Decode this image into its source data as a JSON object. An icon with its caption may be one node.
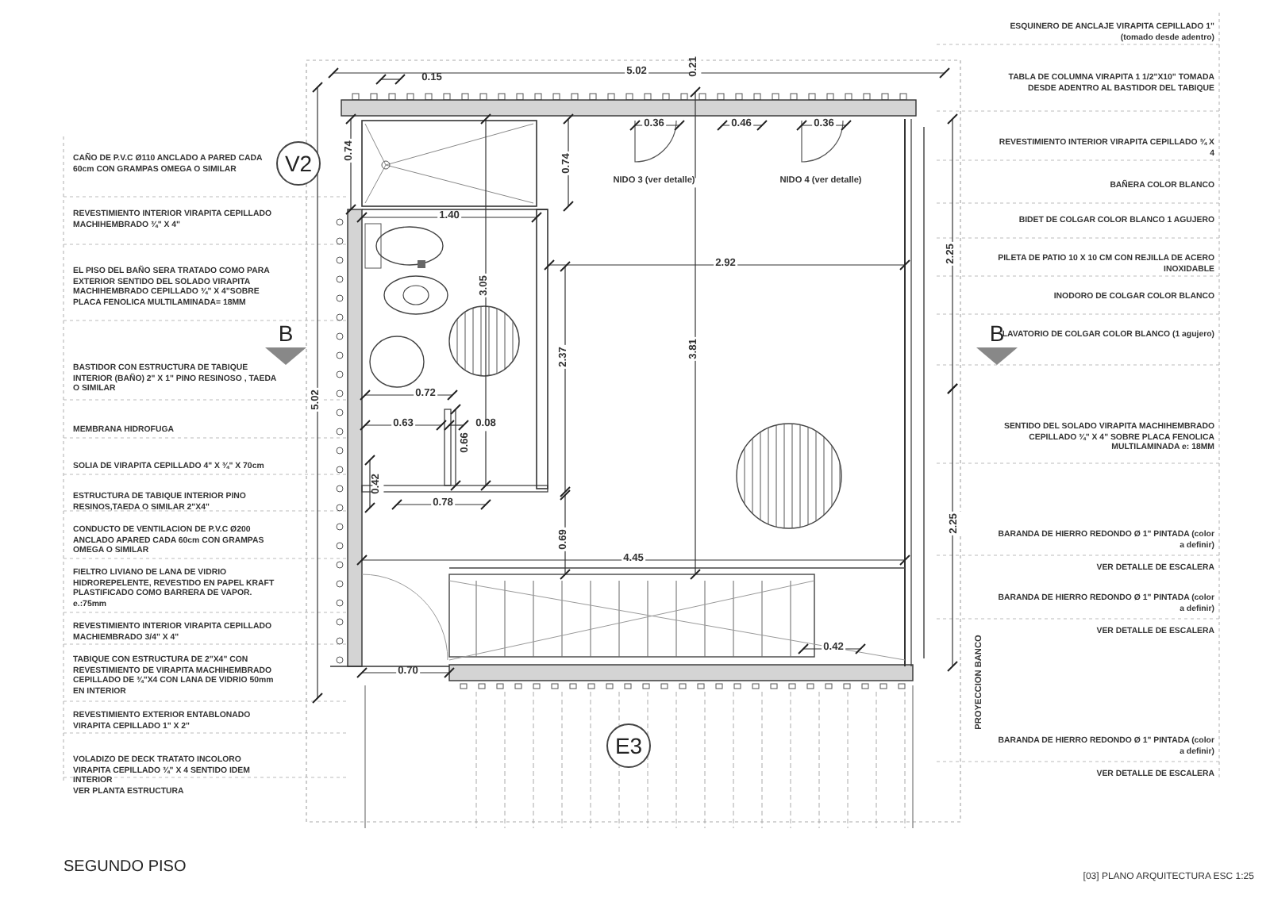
{
  "diagram": {
    "title": "SEGUNDO PISO",
    "labels": [
      "ESQUINERO DE ANCLAJE VIRAPITA CEPILLADO 1\" (tomado desde adentro)",
      "TABLA DE COLUMNA VIRAPITA 1 1/2\"X10\" TOMADA DESDE ADENTRO AL BASTIDOR DEL TABIQUE",
      "REVESTIMIENTO INTERIOR VIRAPITA CEPILLADO ¾ X 4",
      "BAÑERA COLOR BLANCO",
      "BIDET DE COLGAR COLOR BLANCO 1 AGUJERO",
      "PILETA DE PATIO 10 X 10 CM CON REJILLA DE ACERO INOXIDABLE",
      "INODORO DE COLGAR COLOR BLANCO",
      "LAVATORIO DE COLGAR COLOR BLANCO (1 agujero)",
      "SENTIDO DEL SOLADO VIRAPITA MACHIHEMBRADO CEPILLADO ¾\" X 4\" SOBRE PLACA FENOLICA MULTILAMINADA e: 18MM",
      "BARANDA DE HIERRO REDONDO Ø 1\" PINTADA (color a definir)",
      "VER DETALLE DE ESCALERA",
      "BARANDA DE HIERRO REDONDO Ø 1\" PINTADA (color a definir)",
      "VER DETALLE DE ESCALERA",
      "BARANDA DE HIERRO REDONDO Ø 1\" PINTADA (color a definir)",
      "VER DETALLE DE ESCALERA",
      "CAÑO DE P.V.C Ø110 ANCLADO A PARED CADA 60cm CON GRAMPAS OMEGA O SIMILAR",
      "REVESTIMIENTO INTERIOR VIRAPITA CEPILLADO MACHIHEMBRADO ¾\" X 4\"",
      "EL PISO DEL BAÑO SERA TRATADO COMO PARA EXTERIOR SENTIDO DEL SOLADO VIRAPITA MACHIHEMBRADO CEPILLADO ¾\" X 4\"SOBRE PLACA FENOLICA MULTILAMINADA= 18MM",
      "BASTIDOR CON ESTRUCTURA DE TABIQUE INTERIOR (BAÑO) 2\" X 1\" PINO RESINOSO , TAEDA O SIMILAR",
      "MEMBRANA HIDROFUGA",
      "SOLIA DE VIRAPITA CEPILLADO 4\" X ¾\" X 70cm",
      "ESTRUCTURA DE TABIQUE INTERIOR PINO RESINOS,TAEDA O SIMILAR 2\"X4\"",
      "CONDUCTO DE VENTILACION DE P.V.C Ø200 ANCLADO APARED CADA 60cm CON GRAMPAS OMEGA O SIMILAR",
      "FIELTRO LIVIANO DE LANA DE VIDRIO HIDROREPELENTE, REVESTIDO EN PAPEL KRAFT PLASTIFICADO COMO BARRERA DE VAPOR. e.:75mm",
      "REVESTIMIENTO INTERIOR VIRAPITA CEPILLADO MACHIEMBRADO 3/4\" X 4\"",
      "TABIQUE CON ESTRUCTURA DE 2\"X4\" CON REVESTIMIENTO DE VIRAPITA MACHIHEMBRADO CEPILLADO DE ¾\"X4 CON LANA DE VIDRIO 50mm EN INTERIOR",
      "REVESTIMIENTO EXTERIOR ENTABLONADO VIRAPITA CEPILLADO 1\" X 2\"",
      "VOLADIZO DE DECK TRATATO INCOLORO VIRAPITA CEPILLADO ¾\" X 4 SENTIDO IDEM INTERIOR",
      "VER PLANTA ESTRUCTURA",
      "V2",
      "B",
      "B",
      "E3",
      "0.15",
      "5.02",
      "0.21",
      "0.36",
      "0.46",
      "0.36",
      "NIDO 3 (ver detalle)",
      "NIDO 4 (ver detalle)",
      "0.74",
      "0.74",
      "1.40",
      "2.92",
      "3.05",
      "2.37",
      "3.81",
      "2.25",
      "5.02",
      "0.72",
      "0.63",
      "0.08",
      "0.66",
      "0.42",
      "0.78",
      "0.69",
      "4.45",
      "0.42",
      "2.25",
      "PROYECCION BANCO",
      "0.70",
      "[03] PLANO ARQUITECTURA ESC 1:25"
    ]
  }
}
